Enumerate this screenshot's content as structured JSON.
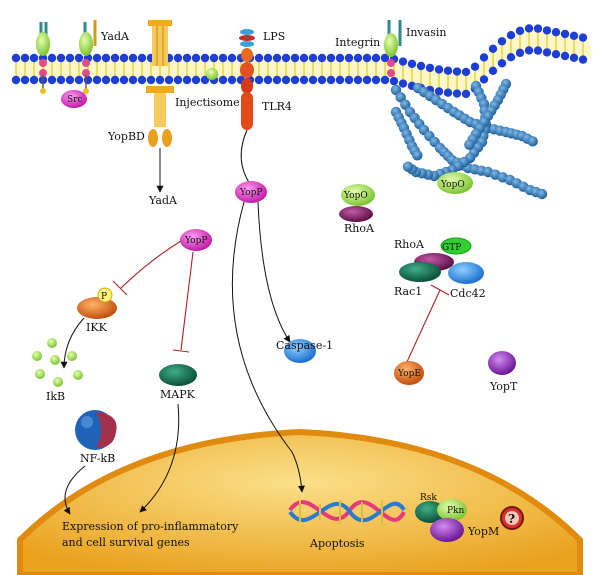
{
  "labels": {
    "yada_top": "YadA",
    "src": "Src",
    "yopbd": "YopBD",
    "yada_bottom": "YadA",
    "lps": "LPS",
    "injectisome": "Injectisome",
    "tlr4": "TLR4",
    "integrin": "Integrin",
    "invasin": "Invasin",
    "yopo_membrane": "YopO",
    "yopp_center": "YopP",
    "yopo_rhoa": "YopO",
    "rhoa_left": "RhoA",
    "rhoa_gtp": "RhoA",
    "gtp": "GTP",
    "rac1": "Rac1",
    "cdc42": "Cdc42",
    "yopp_left": "YopP",
    "p": "P",
    "ikk": "IKK",
    "ikb": "IkB",
    "caspase": "Caspase-1",
    "mapk": "MAPK",
    "yope": "YopE",
    "yopt": "YopT",
    "nfkb": "NF-kB",
    "expression_line1": "Expression of pro-inflammatory",
    "expression_line2": "and cell survival genes",
    "apoptosis": "Apoptosis",
    "rsk": "Rsk",
    "pkn": "Pkn",
    "yopm": "YopM",
    "question": "?"
  },
  "colors": {
    "membrane_bead": "#1e3fd6",
    "membrane_tail": "#e6d84a",
    "nucleus": "#f3b53c",
    "yop_pink": "#e040c8",
    "yop_green": "#9ee04a",
    "kinase_green": "#0f6b4c",
    "rhoa_purple": "#7a1a5e",
    "cdc42_blue": "#2f8fe8",
    "caspase_blue": "#1aa2e8",
    "yope_orange": "#e46a16",
    "yopt_purple": "#9b2ac6",
    "inhibition": "#b22222"
  }
}
